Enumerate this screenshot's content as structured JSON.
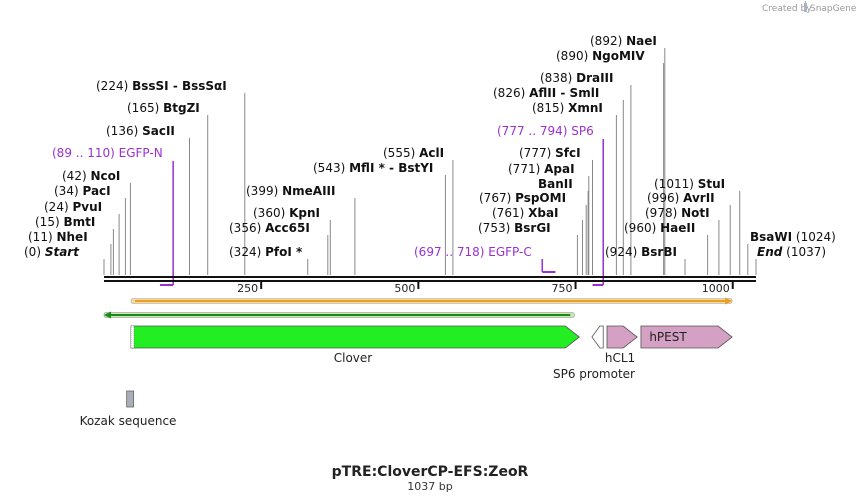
{
  "credit": {
    "text": "Created by",
    "brand": "SnapGene",
    "logo_icon": "snapgene-logo-icon"
  },
  "sequence": {
    "length": 1037,
    "title": "pTRE:CloverCP-EFS:ZeoR",
    "subtitle": "1037 bp"
  },
  "ticks": [
    {
      "bp": 250,
      "label": "250"
    },
    {
      "bp": 500,
      "label": "500"
    },
    {
      "bp": 750,
      "label": "750"
    },
    {
      "bp": 1000,
      "label": "1000"
    }
  ],
  "sites": [
    {
      "id": "start",
      "pos_label": "(0)",
      "name": "Start",
      "bp": 0,
      "italic": true
    },
    {
      "id": "nhei",
      "pos_label": "(11)",
      "name": "NheI",
      "bp": 11
    },
    {
      "id": "bmti",
      "pos_label": "(15)",
      "name": "BmtI",
      "bp": 15
    },
    {
      "id": "pvui",
      "pos_label": "(24)",
      "name": "PvuI",
      "bp": 24
    },
    {
      "id": "paci",
      "pos_label": "(34)",
      "name": "PacI",
      "bp": 34
    },
    {
      "id": "ncoi",
      "pos_label": "(42)",
      "name": "NcoI",
      "bp": 42
    },
    {
      "id": "sacii",
      "pos_label": "(136)",
      "name": "SacII",
      "bp": 136
    },
    {
      "id": "btgzi",
      "pos_label": "(165)",
      "name": "BtgZI",
      "bp": 165
    },
    {
      "id": "bsssi",
      "pos_label": "(224)",
      "name": "BssSI  - BssSαI",
      "bp": 224
    },
    {
      "id": "pfoi",
      "pos_label": "(324)",
      "name": "PfoI *",
      "bp": 324
    },
    {
      "id": "acc65i",
      "pos_label": "(356)",
      "name": "Acc65I",
      "bp": 356
    },
    {
      "id": "kpni",
      "pos_label": "(360)",
      "name": "KpnI",
      "bp": 360
    },
    {
      "id": "nmeaiii",
      "pos_label": "(399)",
      "name": "NmeAIII",
      "bp": 399
    },
    {
      "id": "mfli",
      "pos_label": "(543)",
      "name": "MflI * - BstYI",
      "bp": 543
    },
    {
      "id": "acli",
      "pos_label": "(555)",
      "name": "AclI",
      "bp": 555
    },
    {
      "id": "bsrgi",
      "pos_label": "(753)",
      "name": "BsrGI",
      "bp": 753
    },
    {
      "id": "xbai",
      "pos_label": "(761)",
      "name": "XbaI",
      "bp": 761
    },
    {
      "id": "pspomi",
      "pos_label": "(767)",
      "name": "PspOMI",
      "bp": 767
    },
    {
      "id": "banii",
      "pos_label": "",
      "name": "BanII",
      "bp": 770
    },
    {
      "id": "apai",
      "pos_label": "(771)",
      "name": "ApaI",
      "bp": 771
    },
    {
      "id": "sfci",
      "pos_label": "(777)",
      "name": "SfcI",
      "bp": 777
    },
    {
      "id": "xmni",
      "pos_label": "(815)",
      "name": "XmnI",
      "bp": 815
    },
    {
      "id": "aflii",
      "pos_label": "(826)",
      "name": "AflII  - SmlI",
      "bp": 826
    },
    {
      "id": "draiii",
      "pos_label": "(838)",
      "name": "DraIII",
      "bp": 838
    },
    {
      "id": "ngomiv",
      "pos_label": "(890)",
      "name": "NgoMIV",
      "bp": 890
    },
    {
      "id": "naei",
      "pos_label": "(892)",
      "name": "NaeI",
      "bp": 892
    },
    {
      "id": "bsrbi",
      "pos_label": "(924)",
      "name": "BsrBI",
      "bp": 924
    },
    {
      "id": "haeii",
      "pos_label": "(960)",
      "name": "HaeII",
      "bp": 960
    },
    {
      "id": "noti",
      "pos_label": "(978)",
      "name": "NotI",
      "bp": 978
    },
    {
      "id": "avrii",
      "pos_label": "(996)",
      "name": "AvrII",
      "bp": 996
    },
    {
      "id": "stui",
      "pos_label": "(1011)",
      "name": "StuI",
      "bp": 1011
    },
    {
      "id": "bsawi",
      "pos_label": "(1024)",
      "name": "BsaWI",
      "bp": 1024
    },
    {
      "id": "end",
      "pos_label": "(1037)",
      "name": "End",
      "bp": 1037,
      "italic": true
    }
  ],
  "primers": [
    {
      "id": "egfp-n",
      "range_label": "(89 .. 110)",
      "name": "EGFP-N",
      "start": 89,
      "end": 110,
      "strand": "reverse"
    },
    {
      "id": "egfp-c",
      "range_label": "(697 .. 718)",
      "name": "EGFP-C",
      "start": 697,
      "end": 718,
      "strand": "forward"
    },
    {
      "id": "sp6",
      "range_label": "(777 .. 794)",
      "name": "SP6",
      "start": 777,
      "end": 794,
      "strand": "reverse"
    }
  ],
  "features": [
    {
      "id": "clover",
      "name": "Clover",
      "start": 43,
      "end": 756,
      "color": "#22ee22",
      "shape": "arrow-right"
    },
    {
      "id": "sp6-promoter",
      "name": "SP6 promoter",
      "start": 776,
      "end": 794,
      "color": "#ffffff",
      "shape": "arrow-left"
    },
    {
      "id": "hcl1",
      "name": "hCL1",
      "start": 800,
      "end": 848,
      "color": "#d4a0c4",
      "shape": "arrow-right"
    },
    {
      "id": "hpest",
      "name": "hPEST",
      "start": 854,
      "end": 999,
      "color": "#d4a0c4",
      "shape": "arrow-right"
    },
    {
      "id": "kozak",
      "name": "Kozak sequence",
      "start": 36,
      "end": 42,
      "color": "#a9aeb8",
      "shape": "box"
    }
  ],
  "orfs": [
    {
      "id": "orf-forward",
      "start": 43,
      "end": 999,
      "color": "#e8a020",
      "direction": "forward"
    },
    {
      "id": "orf-reverse",
      "start": 0,
      "end": 748,
      "color": "#1a8a1a",
      "direction": "reverse"
    }
  ],
  "colors": {
    "backbone": "#111111",
    "primer": "#9b30d0",
    "leader": "#888888"
  }
}
